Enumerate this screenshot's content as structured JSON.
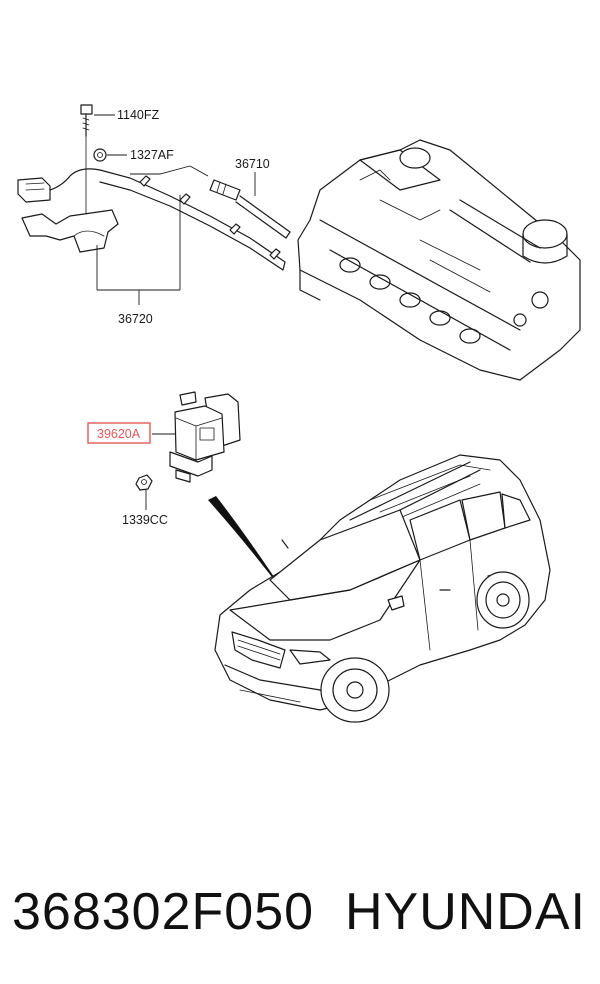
{
  "callouts": {
    "bolt": "1140FZ",
    "nut_top": "1327AF",
    "sensor": "36710",
    "harness": "36720",
    "module": "39620A",
    "nut_bottom": "1339CC"
  },
  "highlight_color": "#e05a5a",
  "footer": {
    "part_number": "368302F050",
    "brand": "HYUNDAI"
  }
}
